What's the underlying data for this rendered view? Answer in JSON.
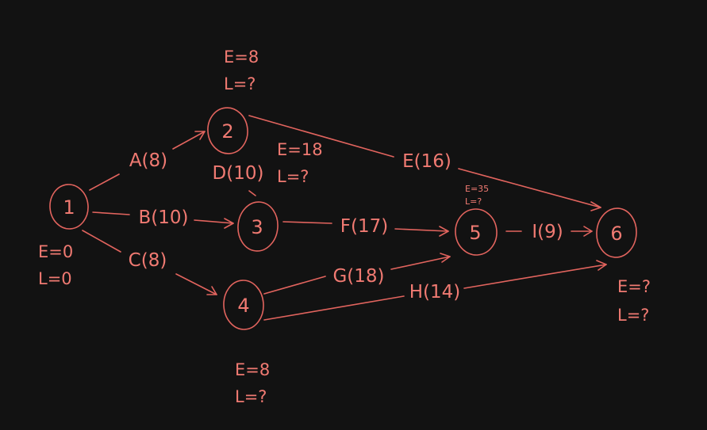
{
  "accent_color": "#f07a72",
  "background_color": "#121212",
  "nodes": [
    {
      "id": "1",
      "label": "1"
    },
    {
      "id": "2",
      "label": "2"
    },
    {
      "id": "3",
      "label": "3"
    },
    {
      "id": "4",
      "label": "4"
    },
    {
      "id": "5",
      "label": "5"
    },
    {
      "id": "6",
      "label": "6"
    }
  ],
  "edges": [
    {
      "from": "1",
      "to": "2",
      "label": "A(8)"
    },
    {
      "from": "1",
      "to": "3",
      "label": "B(10)"
    },
    {
      "from": "1",
      "to": "4",
      "label": "C(8)"
    },
    {
      "from": "2",
      "to": "3",
      "label": "D(10)"
    },
    {
      "from": "2",
      "to": "6",
      "label": "E(16)"
    },
    {
      "from": "3",
      "to": "5",
      "label": "F(17)"
    },
    {
      "from": "4",
      "to": "5",
      "label": "G(18)"
    },
    {
      "from": "4",
      "to": "6",
      "label": "H(14)"
    },
    {
      "from": "5",
      "to": "6",
      "label": "I(9)"
    }
  ],
  "annotations": {
    "node1": {
      "e": "E=0",
      "l": "L=0"
    },
    "node2": {
      "e": "E=8",
      "l": "L=?"
    },
    "node3": {
      "e": "E=18",
      "l": "L=?"
    },
    "node4": {
      "e": "E=8",
      "l": "L=?"
    },
    "node5": {
      "e": "E=35",
      "l": "L=?"
    },
    "node6": {
      "e": "E=?",
      "l": "L=?"
    }
  }
}
